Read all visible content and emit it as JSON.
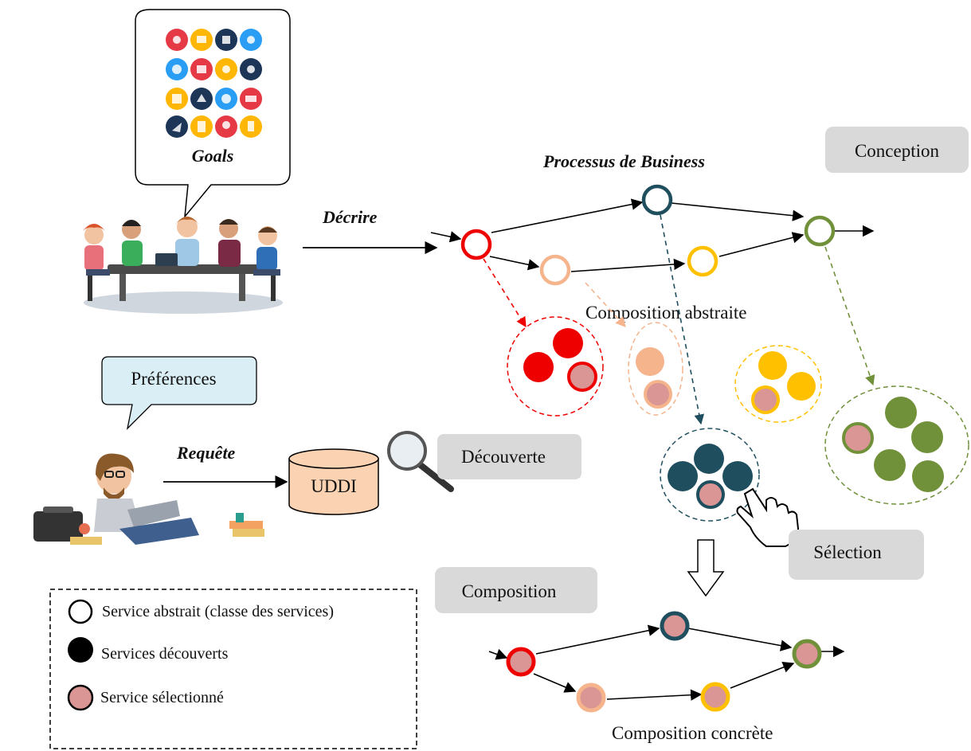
{
  "labels": {
    "goals": "Goals",
    "decrire": "Décrire",
    "processus": "Processus  de Business",
    "conception": "Conception",
    "composition_abstraite": "Composition abstraite",
    "preferences": "Préférences",
    "requete": "Requête",
    "uddi": "UDDI",
    "decouverte": "Découverte",
    "selection": "Sélection",
    "composition": "Composition",
    "composition_concrete": "Composition  concrète"
  },
  "legend": {
    "service_abstrait": "Service abstrait (classe des services)",
    "services_decouverts": "Services découverts",
    "service_selectionne": "Service sélectionné"
  },
  "colors": {
    "red": "#ee0000",
    "peach": "#f5b48c",
    "teal": "#1f4e5f",
    "yellow": "#ffc000",
    "green": "#70913a",
    "selected_fill": "#d99694",
    "label_box": "#d9d9d9",
    "cylinder": "#fbd3b3",
    "bubble": "#d9eef5"
  },
  "icons": {
    "goals_icons": [
      "target-icon",
      "chart-icon",
      "tools-icon",
      "search-icon",
      "clock-icon",
      "folder-icon",
      "gears-icon",
      "lightbulb-icon",
      "calendar-icon",
      "home-icon",
      "magnifier-icon",
      "code-icon",
      "rocket-icon",
      "document-icon",
      "idea-icon",
      "hand-icon"
    ],
    "magnifier": "magnifier-icon",
    "pointer": "hand-pointer-icon"
  }
}
